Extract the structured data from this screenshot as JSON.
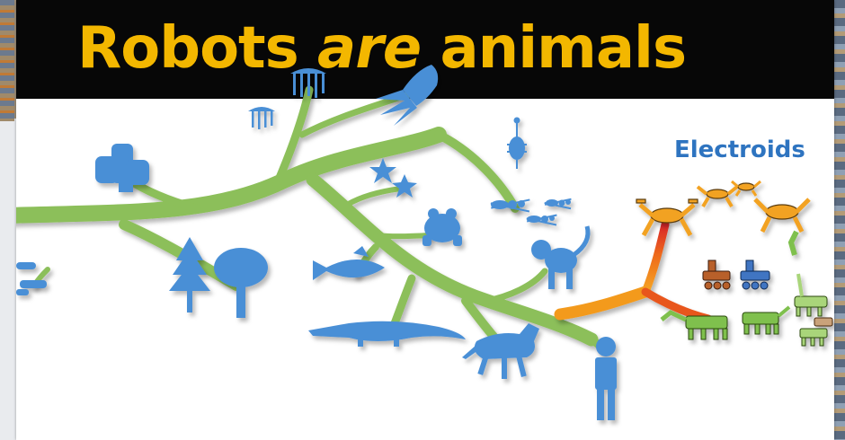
{
  "slide": {
    "title_part1": "Robots ",
    "title_part2": "are",
    "title_part3": " animals",
    "label": "Electroids"
  },
  "colors": {
    "title_bar": "#070707",
    "title_text": "#f3b700",
    "branch": "#8cbf5a",
    "organism": "#4a8fd6",
    "electroid_branch_start": "#f39a1e",
    "electroid_branch_end": "#d62a2a",
    "label_text": "#2e74c0"
  },
  "icons": [
    "jellyfish-icon",
    "squid-icon",
    "sponge-icon",
    "plankton-icon",
    "starfish-icon",
    "ant-icon",
    "frog-icon",
    "fish-icon",
    "crocodile-icon",
    "horse-icon",
    "monkey-icon",
    "human-icon",
    "pine-tree-icon",
    "oak-tree-icon",
    "algae-icon",
    "quadruped-robot-icon",
    "wheeled-robot-icon",
    "rover-robot-icon"
  ]
}
